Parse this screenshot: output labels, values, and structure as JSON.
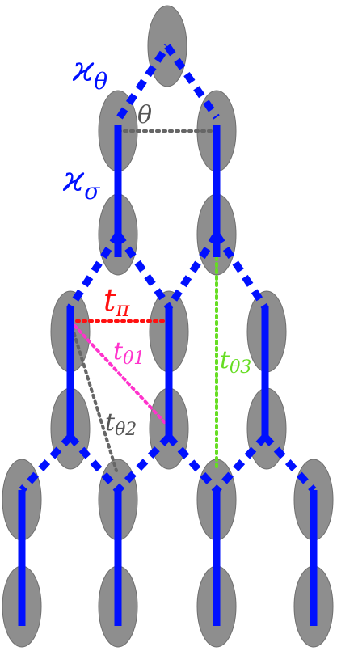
{
  "colors": {
    "site": "#8e8e8e",
    "site_stroke": "#6f6f6f",
    "bond": "#0010ff",
    "red": "#ff1010",
    "magenta": "#ff33cc",
    "gray_dot": "#666666",
    "green": "#66dd22"
  },
  "labels": {
    "kappa_theta": {
      "main": "ϰ",
      "sub": "θ"
    },
    "kappa_sigma": {
      "main": "ϰ",
      "sub": "σ"
    },
    "theta": {
      "main": "θ"
    },
    "t_pi": {
      "main": "t",
      "sub": "π"
    },
    "t_theta1": {
      "main": "t",
      "sub": "θ1"
    },
    "t_theta2": {
      "main": "t",
      "sub": "θ2"
    },
    "t_theta3": {
      "main": "t",
      "sub": "θ3"
    }
  }
}
